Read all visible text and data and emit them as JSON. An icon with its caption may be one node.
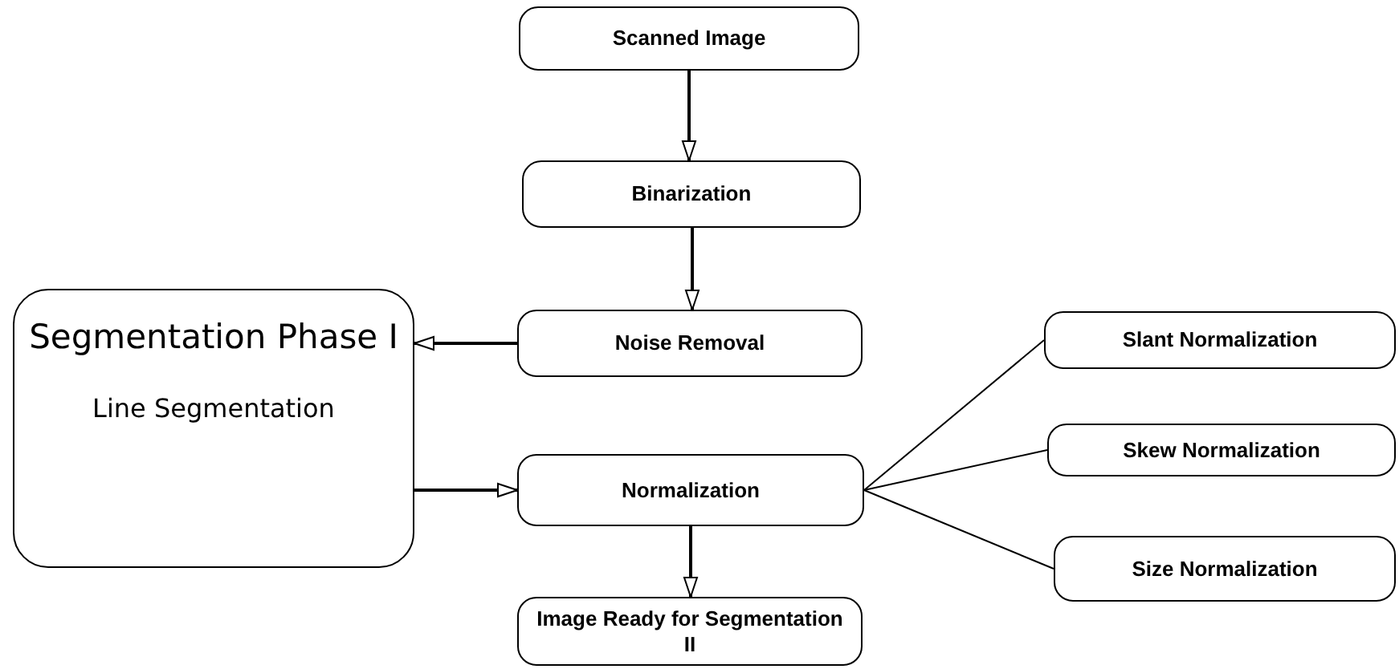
{
  "diagram": {
    "nodes": [
      {
        "text": [
          "Scanned Image"
        ]
      },
      {
        "text": [
          "Binarization"
        ]
      },
      {
        "text": [
          "Segmentation Phase I",
          "Line Segmentation"
        ]
      },
      {
        "text": [
          "Noise Removal"
        ]
      },
      {
        "text": [
          "Slant Normalization"
        ]
      },
      {
        "text": [
          "Normalization"
        ]
      },
      {
        "text": [
          "Skew Normalization"
        ]
      },
      {
        "text": [
          "Size Normalization"
        ]
      },
      {
        "text": [
          "Image Ready for Segmentation  II"
        ]
      }
    ],
    "edges": [
      {
        "from": 0,
        "to": 1,
        "arrow": "to"
      },
      {
        "from": 1,
        "to": 3,
        "arrow": "to"
      },
      {
        "from": 3,
        "to": 2,
        "arrow": "to"
      },
      {
        "from": 2,
        "to": 5,
        "arrow": "to"
      },
      {
        "from": 5,
        "to": 8,
        "arrow": "to"
      },
      {
        "from": 5,
        "to": 4,
        "arrow": "none"
      },
      {
        "from": 5,
        "to": 6,
        "arrow": "none"
      },
      {
        "from": 5,
        "to": 7,
        "arrow": "none"
      }
    ]
  }
}
